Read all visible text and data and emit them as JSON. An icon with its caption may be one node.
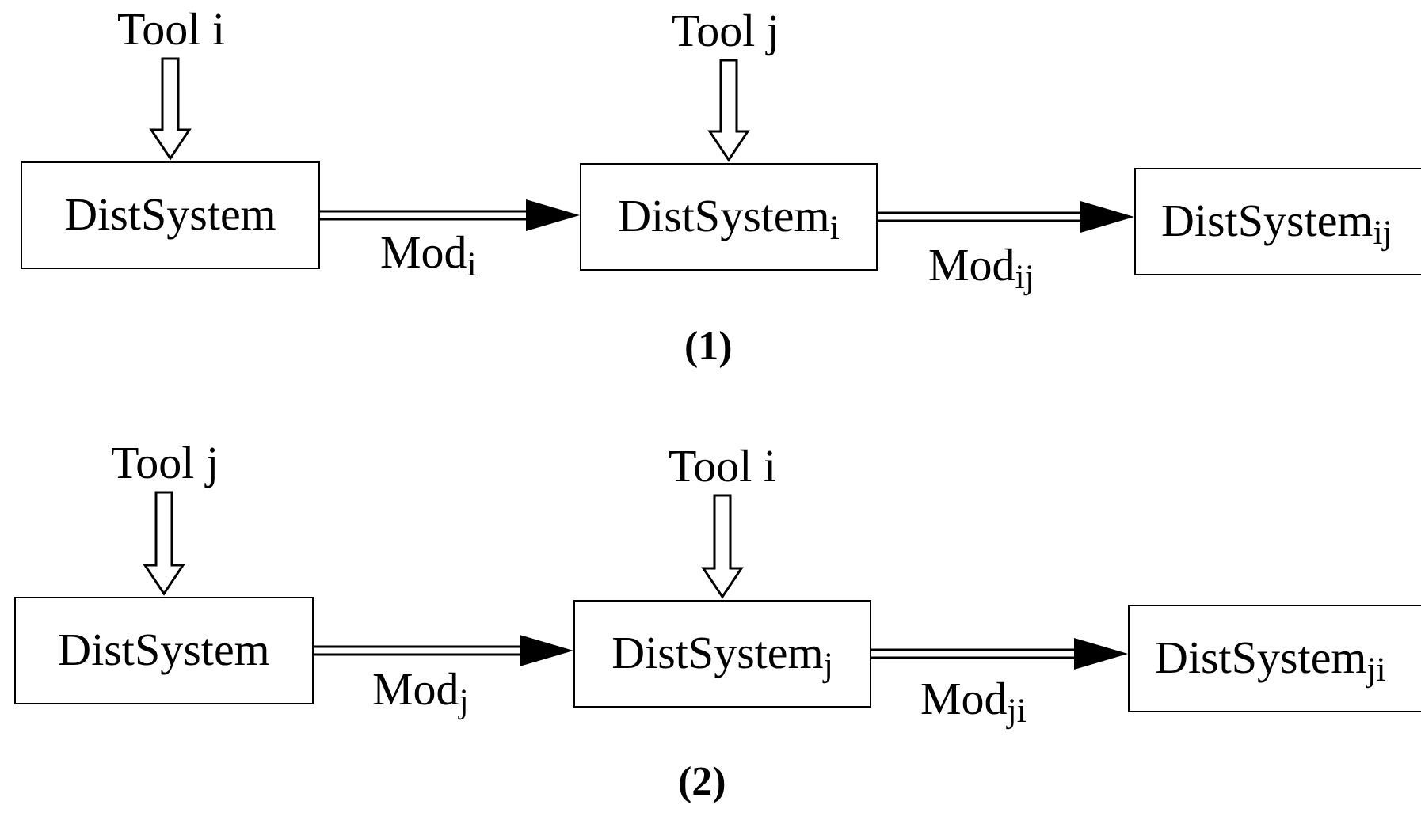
{
  "diagram": {
    "nodes": [
      {
        "text": [
          "Tool i"
        ]
      },
      {
        "text": [
          "DistSystem"
        ]
      },
      {
        "text": [
          "Tool j"
        ]
      },
      {
        "text": [
          "DistSystem$_{i}$"
        ]
      },
      {
        "text": [
          "DistSystem$_{ij}$"
        ]
      },
      {
        "text": [
          "Tool j"
        ]
      },
      {
        "text": [
          "DistSystem"
        ]
      },
      {
        "text": [
          "Tool i"
        ]
      },
      {
        "text": [
          "DistSystem$_{j}$"
        ]
      },
      {
        "text": [
          "DistSystem$_{ji}$"
        ]
      }
    ],
    "edges": [
      {
        "from": 0,
        "to": 1,
        "arrow": "to"
      },
      {
        "from": 1,
        "to": 3,
        "arrow": "to",
        "label": "Mod$_{i}$"
      },
      {
        "from": 2,
        "to": 3,
        "arrow": "to"
      },
      {
        "from": 3,
        "to": 4,
        "arrow": "to",
        "label": "Mod$_{ij}$"
      },
      {
        "from": 5,
        "to": 6,
        "arrow": "to"
      },
      {
        "from": 6,
        "to": 8,
        "arrow": "to",
        "label": "Mod$_{j}$"
      },
      {
        "from": 7,
        "to": 8,
        "arrow": "to"
      },
      {
        "from": 8,
        "to": 9,
        "arrow": "to",
        "label": "Mod$_{ji}$"
      }
    ],
    "labels": [
      "(1)",
      "(2)"
    ]
  }
}
